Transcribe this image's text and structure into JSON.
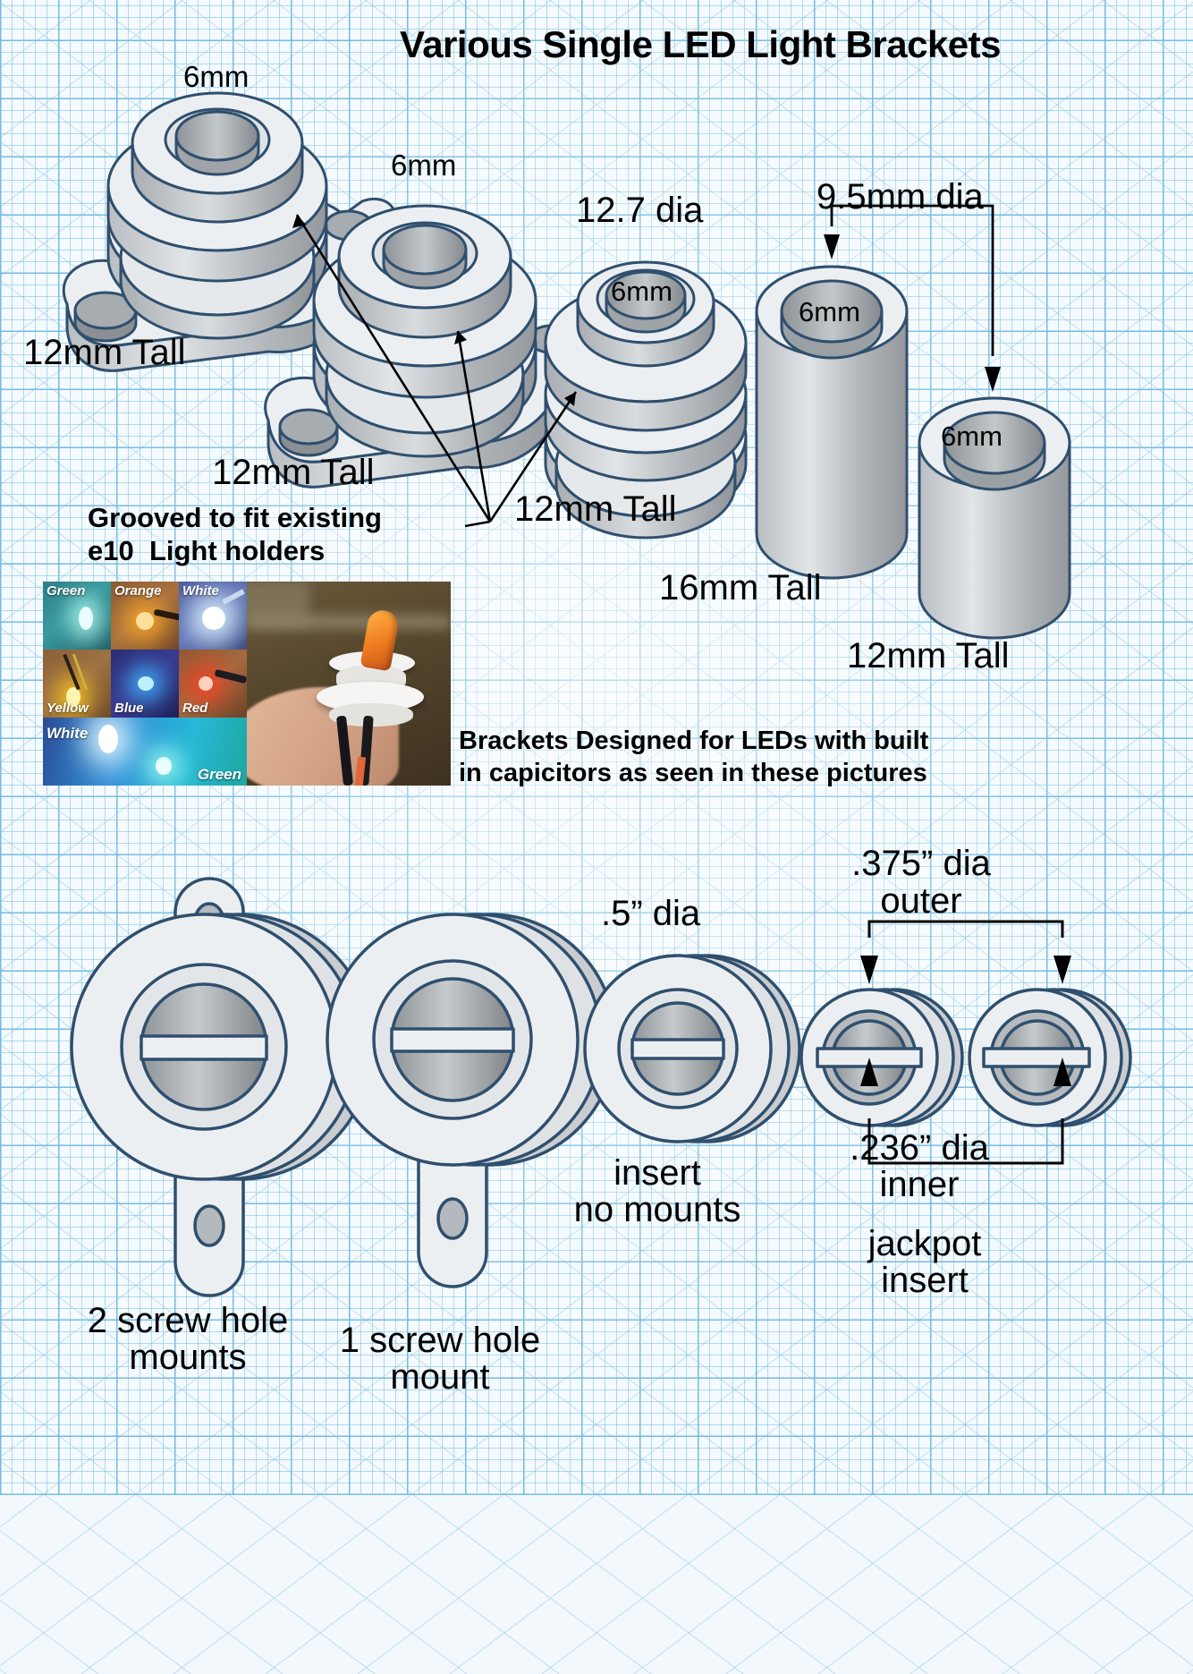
{
  "title": "Various Single LED Light Brackets",
  "top_section": {
    "labels": [
      {
        "id": "bracket1_bore",
        "text": "6mm"
      },
      {
        "id": "bracket2_bore",
        "text": "6mm"
      },
      {
        "id": "puck_bore",
        "text": "6mm"
      },
      {
        "id": "tube_tall_bore",
        "text": "6mm"
      },
      {
        "id": "tube_short_bore",
        "text": "6mm"
      },
      {
        "id": "bracket1_height",
        "text": "12mm Tall"
      },
      {
        "id": "bracket2_height",
        "text": "12mm Tall"
      },
      {
        "id": "puck_height",
        "text": "12mm Tall"
      },
      {
        "id": "puck_dia",
        "text": "12.7 dia"
      },
      {
        "id": "tube_dia",
        "text": "9.5mm dia"
      },
      {
        "id": "tube_tall_height",
        "text": "16mm Tall"
      },
      {
        "id": "tube_short_height",
        "text": "12mm Tall"
      }
    ],
    "groove_note_line1": "Grooved to fit existing",
    "groove_note_line2": "e10  Light holders"
  },
  "photo_block": {
    "led_cells": [
      {
        "label": "Green",
        "pos": "top"
      },
      {
        "label": "Orange",
        "pos": "top"
      },
      {
        "label": "White",
        "pos": "top"
      },
      {
        "label": "Yellow",
        "pos": "bottom"
      },
      {
        "label": "Blue",
        "pos": "bottom"
      },
      {
        "label": "Red",
        "pos": "bottom"
      }
    ],
    "wide_cell_left_label": "White",
    "wide_cell_right_label": "Green"
  },
  "caption": {
    "line1": "Brackets Designed for LEDs with built",
    "line2": "in capicitors as seen in these pictures"
  },
  "bottom_section": {
    "labels": [
      {
        "id": "front_half_dia",
        "text": ".5” dia"
      },
      {
        "id": "outer_dia_line1",
        "text": ".375” dia"
      },
      {
        "id": "outer_dia_line2",
        "text": "outer"
      },
      {
        "id": "inner_dia_line1",
        "text": ".236” dia"
      },
      {
        "id": "inner_dia_line2",
        "text": "inner"
      },
      {
        "id": "insert_line1",
        "text": "insert"
      },
      {
        "id": "insert_line2",
        "text": "no mounts"
      },
      {
        "id": "jackpot_line1",
        "text": "jackpot"
      },
      {
        "id": "jackpot_line2",
        "text": "insert"
      },
      {
        "id": "two_screw_line1",
        "text": "2 screw hole"
      },
      {
        "id": "two_screw_line2",
        "text": "mounts"
      },
      {
        "id": "one_screw_line1",
        "text": "1 screw hole"
      },
      {
        "id": "one_screw_line2",
        "text": "mount"
      }
    ]
  },
  "colors": {
    "paper_blue": "#4ba5d7",
    "paper_bg": "#f4fafd",
    "part_outline": "#2f4f6e",
    "part_light": "#eceff1",
    "part_mid": "#c9cdd0",
    "part_dark": "#9aa0a4",
    "text": "#000000"
  }
}
